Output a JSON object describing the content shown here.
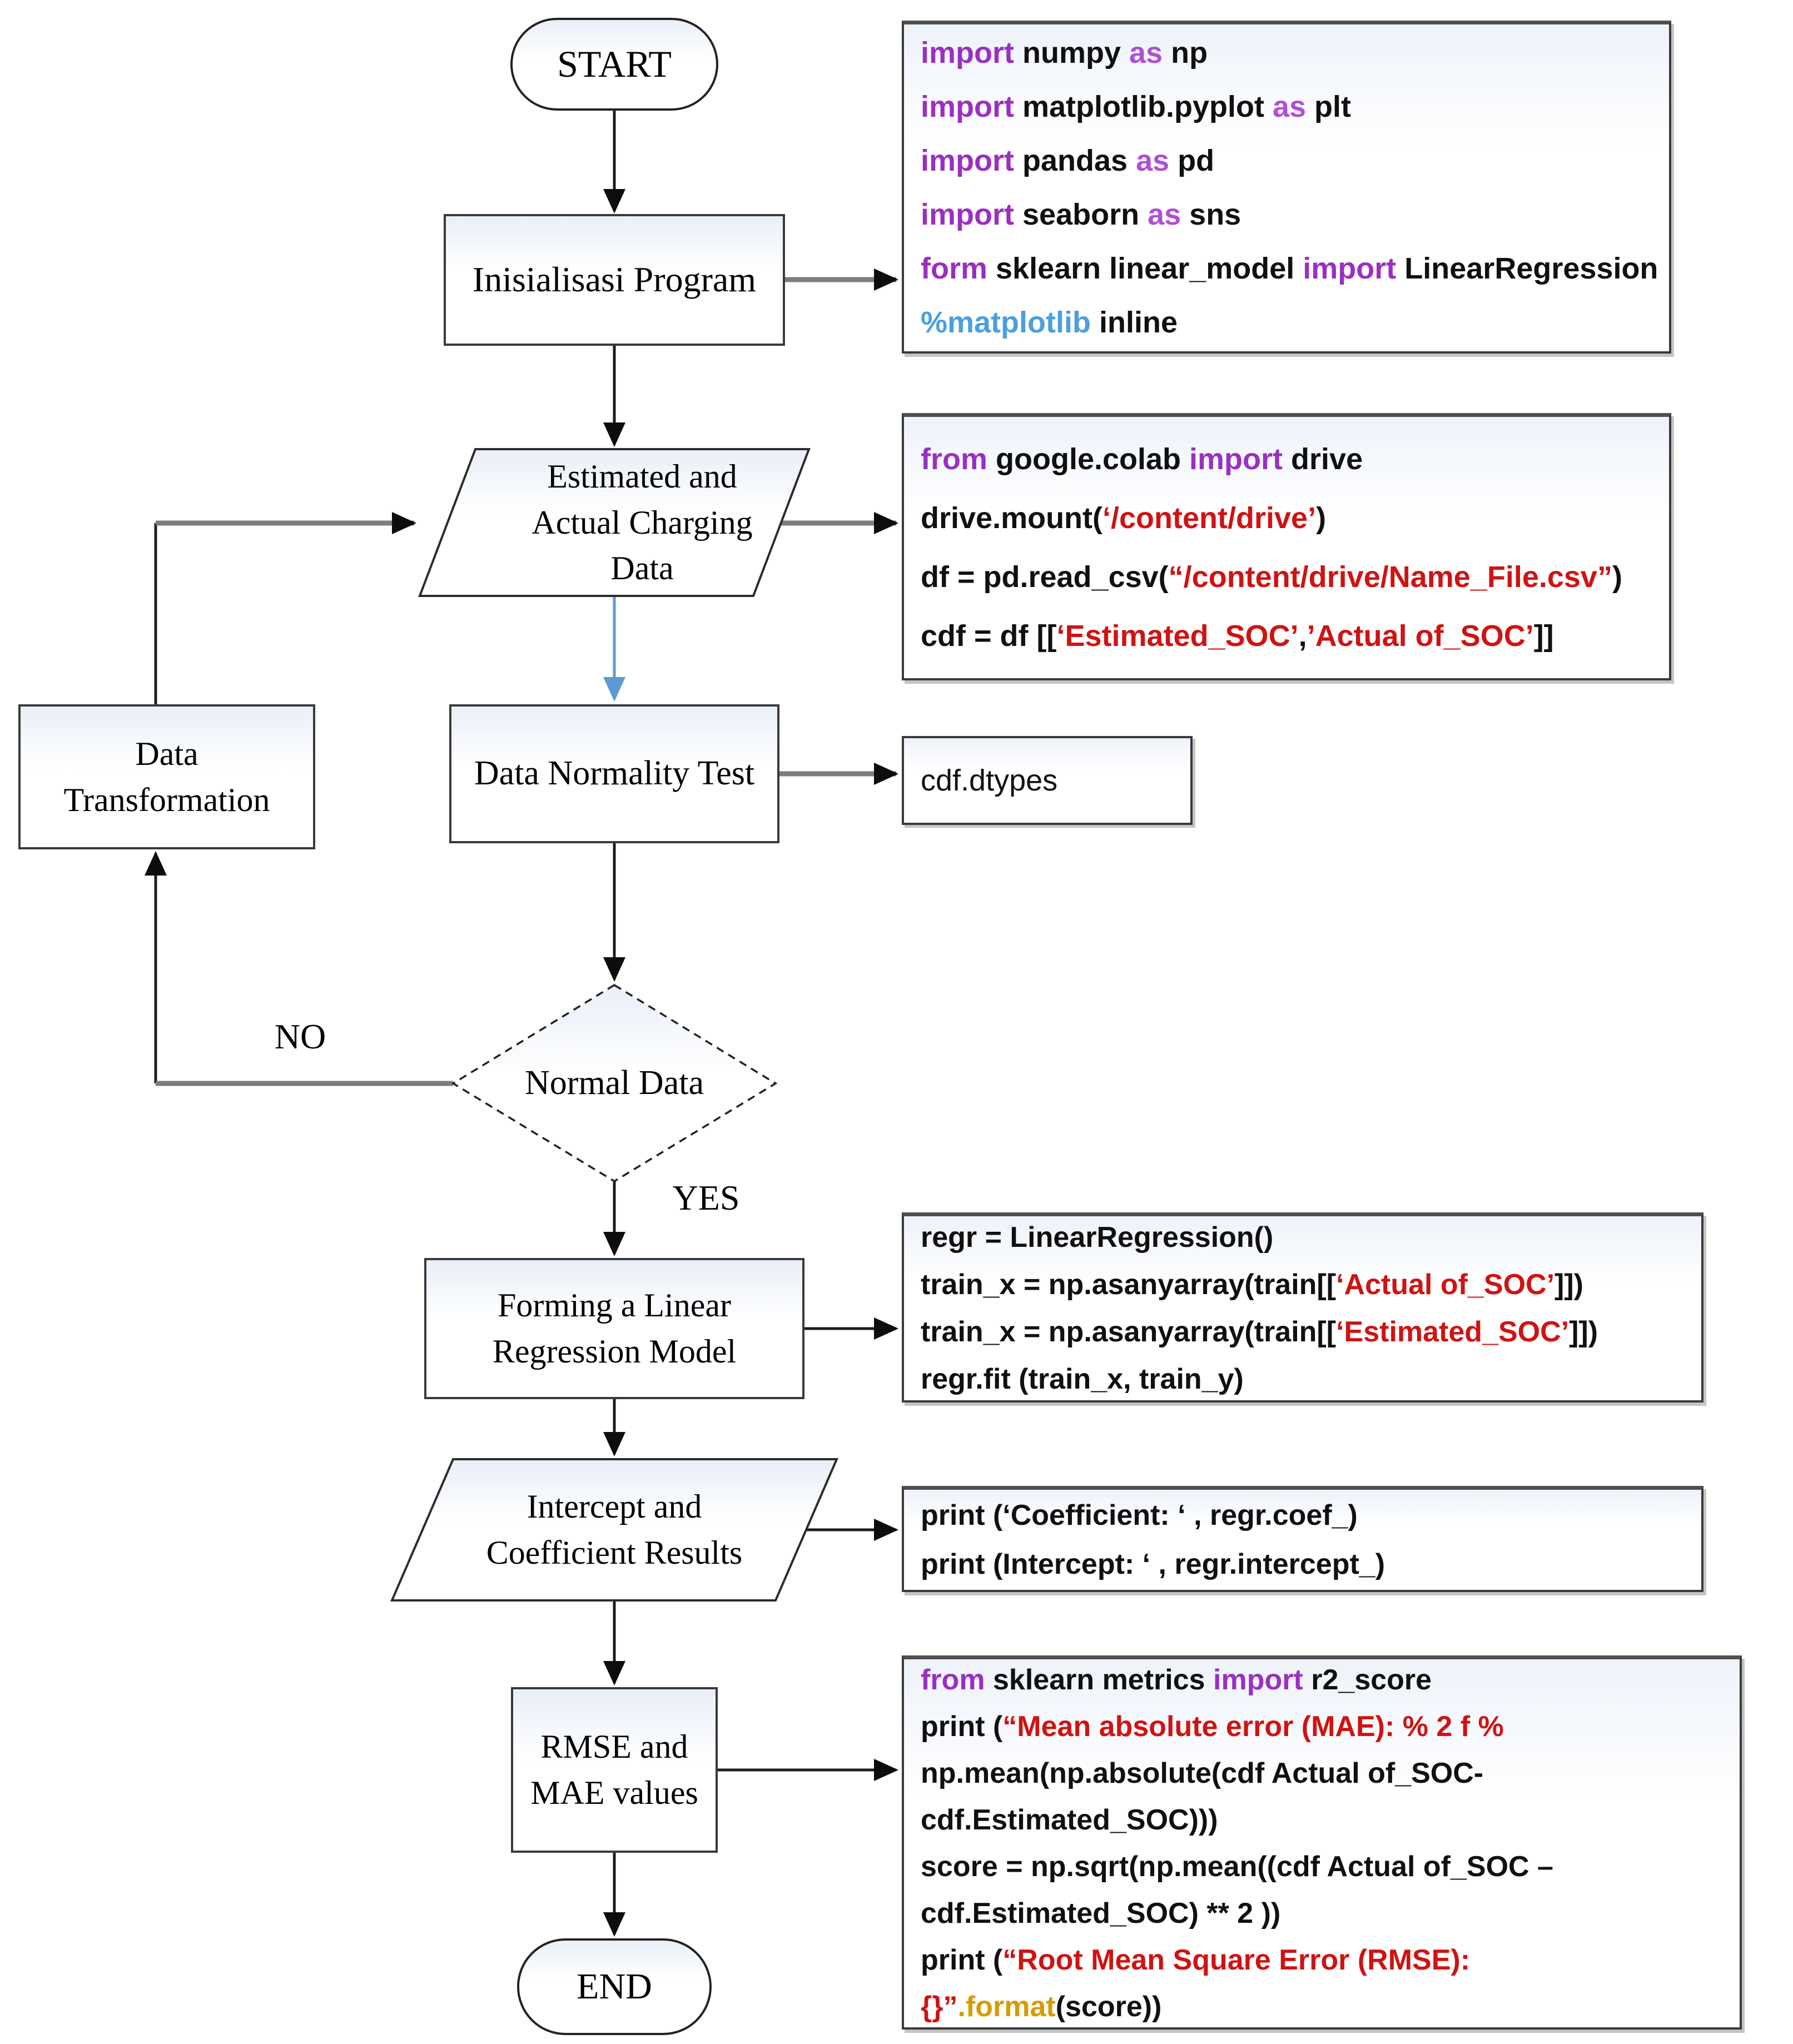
{
  "title": "Linear regression SOC estimation flowchart",
  "palette": {
    "keyword_purple": "#9a2fc2",
    "as_purple": "#b14ed4",
    "string_red": "#d01212",
    "magic_blue": "#4aa0dd",
    "format_orange": "#d79b00",
    "text_black": "#101010",
    "arrow_blue": "#5b9bd5",
    "line_gray": "#7d7d7d",
    "line_dark": "#1c1c1c",
    "shape_border": "#3a3a3a"
  },
  "nodes": {
    "start": "START",
    "init": "Inisialisasi Program",
    "estimated": [
      "Estimated and",
      "Actual Charging",
      "Data"
    ],
    "data_transformation": [
      "Data",
      "Transformation"
    ],
    "data_normality": "Data Normality Test",
    "normal_data": "Normal Data",
    "no": "NO",
    "yes": "YES",
    "forming": [
      "Forming a Linear",
      "Regression Model"
    ],
    "intercept": [
      "Intercept and",
      "Coefficient Results"
    ],
    "rmse": [
      "RMSE and",
      "MAE values"
    ],
    "end": "END"
  },
  "code": {
    "box1": [
      [
        {
          "t": "import ",
          "c": "p"
        },
        {
          "t": "numpy ",
          "c": "k"
        },
        {
          "t": "as ",
          "c": "p2"
        },
        {
          "t": "np",
          "c": "k"
        }
      ],
      [
        {
          "t": "import ",
          "c": "p"
        },
        {
          "t": "matplotlib.pyplot ",
          "c": "k"
        },
        {
          "t": "as ",
          "c": "p2"
        },
        {
          "t": "plt",
          "c": "k"
        }
      ],
      [
        {
          "t": "import ",
          "c": "p"
        },
        {
          "t": "pandas ",
          "c": "k"
        },
        {
          "t": "as ",
          "c": "p2"
        },
        {
          "t": "pd",
          "c": "k"
        }
      ],
      [
        {
          "t": "import ",
          "c": "p"
        },
        {
          "t": "seaborn ",
          "c": "k"
        },
        {
          "t": "as ",
          "c": "p2"
        },
        {
          "t": "sns",
          "c": "k"
        }
      ],
      [
        {
          "t": "form ",
          "c": "p"
        },
        {
          "t": "sklearn linear_model ",
          "c": "k"
        },
        {
          "t": "import ",
          "c": "p"
        },
        {
          "t": "LinearRegression",
          "c": "k"
        }
      ],
      [
        {
          "t": "%matplotlib ",
          "c": "b"
        },
        {
          "t": "inline",
          "c": "k"
        }
      ]
    ],
    "box2": [
      [
        {
          "t": "from ",
          "c": "p"
        },
        {
          "t": "google.colab ",
          "c": "k"
        },
        {
          "t": "import ",
          "c": "p"
        },
        {
          "t": "drive",
          "c": "k"
        }
      ],
      [
        {
          "t": "drive.mount(",
          "c": "k"
        },
        {
          "t": "‘/content/drive’",
          "c": "r"
        },
        {
          "t": ")",
          "c": "k"
        }
      ],
      [
        {
          "t": "df = pd.read_csv(",
          "c": "k"
        },
        {
          "t": "“/content/drive/Name_File.csv”",
          "c": "r"
        },
        {
          "t": ")",
          "c": "k"
        }
      ],
      [
        {
          "t": "cdf = df [[",
          "c": "k"
        },
        {
          "t": "‘Estimated_SOC’",
          "c": "r"
        },
        {
          "t": ",",
          "c": "k"
        },
        {
          "t": "’Actual of_SOC’",
          "c": "r"
        },
        {
          "t": "]]",
          "c": "k"
        }
      ]
    ],
    "cdf_dtypes": "cdf.dtypes",
    "box3": [
      [
        {
          "t": "regr = LinearRegression()",
          "c": "k"
        }
      ],
      [
        {
          "t": "train_x = np.asanyarray(train[[",
          "c": "k"
        },
        {
          "t": "‘Actual of_SOC’",
          "c": "r"
        },
        {
          "t": "]])",
          "c": "k"
        }
      ],
      [
        {
          "t": "train_x = np.asanyarray(train[[",
          "c": "k"
        },
        {
          "t": "‘Estimated_SOC’",
          "c": "r"
        },
        {
          "t": "]])",
          "c": "k"
        }
      ],
      [
        {
          "t": "regr.fit (train_x, train_y)",
          "c": "k"
        }
      ]
    ],
    "box4": [
      [
        {
          "t": "print (‘Coefficient: ‘ , regr.coef_)",
          "c": "k"
        }
      ],
      [
        {
          "t": "print (Intercept: ‘ , regr.intercept_)",
          "c": "k"
        }
      ]
    ],
    "box5": [
      [
        {
          "t": "from ",
          "c": "p"
        },
        {
          "t": "sklearn metrics ",
          "c": "k"
        },
        {
          "t": "import ",
          "c": "p"
        },
        {
          "t": "r2_score",
          "c": "k"
        }
      ],
      [
        {
          "t": "print (",
          "c": "k"
        },
        {
          "t": "“Mean absolute error (MAE): % 2 f %",
          "c": "r"
        }
      ],
      [
        {
          "t": "np.mean(np.absolute(cdf Actual of_SOC-",
          "c": "k"
        }
      ],
      [
        {
          "t": "cdf.Estimated_SOC)))",
          "c": "k"
        }
      ],
      [
        {
          "t": "score = np.sqrt(np.mean((cdf Actual of_SOC –",
          "c": "k"
        }
      ],
      [
        {
          "t": "cdf.Estimated_SOC) ** 2 ))",
          "c": "k"
        }
      ],
      [
        {
          "t": "print (",
          "c": "k"
        },
        {
          "t": "“Root Mean Square Error (RMSE):",
          "c": "r"
        }
      ],
      [
        {
          "t": "{}”",
          "c": "r"
        },
        {
          "t": ".format",
          "c": "o"
        },
        {
          "t": "(score))",
          "c": "k"
        }
      ]
    ]
  }
}
